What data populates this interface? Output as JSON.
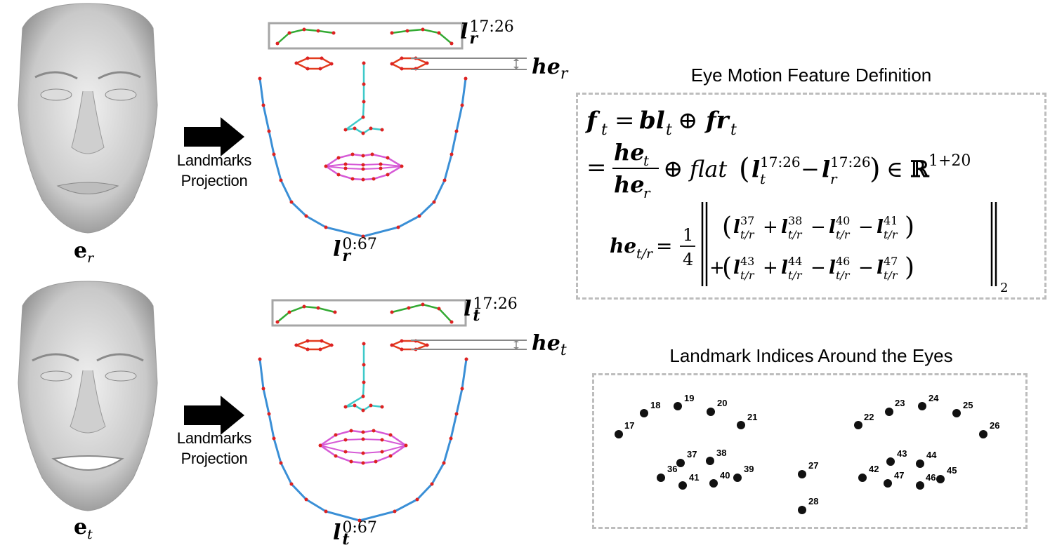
{
  "labels": {
    "arrow_top_line1": "Landmarks",
    "arrow_top_line2": "Projection",
    "arrow_bottom_line1": "Landmarks",
    "arrow_bottom_line2": "Projection",
    "face_ref_symbol": "e",
    "face_ref_sub": "r",
    "face_tgt_symbol": "e",
    "face_tgt_sub": "t",
    "lm_ref_symbol": "l",
    "lm_ref_sub": "r",
    "lm_ref_sup": "0:67",
    "lm_tgt_symbol": "l",
    "lm_tgt_sub": "t",
    "lm_tgt_sup": "0:67",
    "brow_ref_symbol": "l",
    "brow_ref_sub": "r",
    "brow_ref_sup": "17:26",
    "brow_tgt_symbol": "l",
    "brow_tgt_sub": "t",
    "brow_tgt_sup": "17:26",
    "he_ref_symbol": "he",
    "he_ref_sub": "r",
    "he_tgt_symbol": "he",
    "he_tgt_sub": "t"
  },
  "feature_panel": {
    "title": "Eye Motion Feature Definition"
  },
  "indices_panel": {
    "title": "Landmark Indices Around the Eyes",
    "points": [
      {
        "id": "17"
      },
      {
        "id": "18"
      },
      {
        "id": "19"
      },
      {
        "id": "20"
      },
      {
        "id": "21"
      },
      {
        "id": "22"
      },
      {
        "id": "23"
      },
      {
        "id": "24"
      },
      {
        "id": "25"
      },
      {
        "id": "26"
      },
      {
        "id": "27"
      },
      {
        "id": "28"
      },
      {
        "id": "36"
      },
      {
        "id": "37"
      },
      {
        "id": "38"
      },
      {
        "id": "39"
      },
      {
        "id": "40"
      },
      {
        "id": "41"
      },
      {
        "id": "42"
      },
      {
        "id": "43"
      },
      {
        "id": "44"
      },
      {
        "id": "45"
      },
      {
        "id": "46"
      },
      {
        "id": "47"
      }
    ]
  },
  "colors": {
    "jaw": "#3a8fd6",
    "brow": "#33aa33",
    "eye": "#e23b1d",
    "nose": "#3ec9c9",
    "mouth": "#d65ad6",
    "point": "#dd2222",
    "box_gray": "#a6a6a6",
    "dash_gray": "#bdbdbd"
  }
}
